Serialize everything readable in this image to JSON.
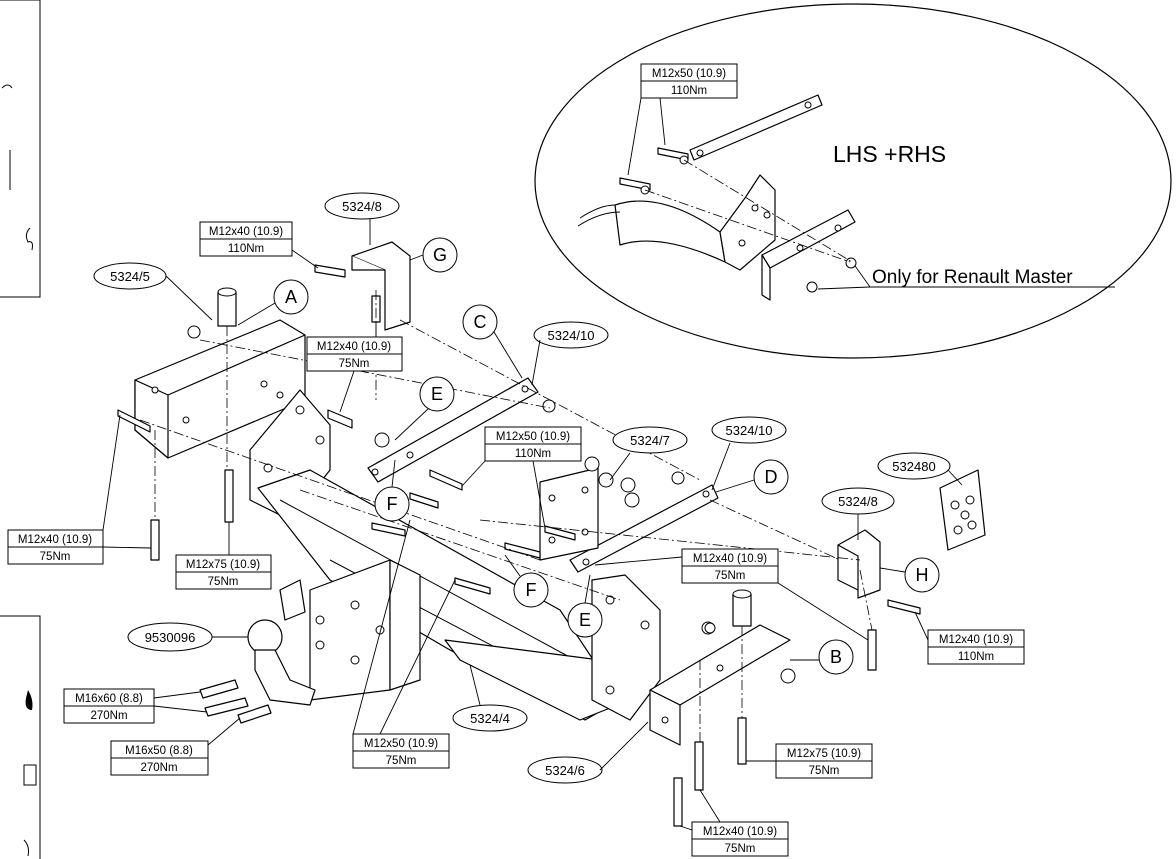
{
  "inset": {
    "title": "LHS +RHS",
    "note": "Only for Renault Master",
    "bolt": {
      "size": "M12x50 (10.9)",
      "torque": "110Nm"
    }
  },
  "part_numbers": {
    "p5324_8_top": "5324/8",
    "p5324_5": "5324/5",
    "p5324_10_top": "5324/10",
    "p5324_7": "5324/7",
    "p5324_10_right": "5324/10",
    "p532480": "532480",
    "p5324_8_right": "5324/8",
    "p9530096": "9530096",
    "p5324_4": "5324/4",
    "p5324_6": "5324/6"
  },
  "letters": {
    "A": "A",
    "B": "B",
    "C": "C",
    "D": "D",
    "E1": "E",
    "E2": "E",
    "F1": "F",
    "F2": "F",
    "G": "G",
    "H": "H"
  },
  "bolt_labels": {
    "b1": {
      "size": "M12x40 (10.9)",
      "torque": "110Nm"
    },
    "b2": {
      "size": "M12x40 (10.9)",
      "torque": "75Nm"
    },
    "b3": {
      "size": "M12x50 (10.9)",
      "torque": "110Nm"
    },
    "b4": {
      "size": "M12x40 (10.9)",
      "torque": "75Nm"
    },
    "b5": {
      "size": "M12x75 (10.9)",
      "torque": "75Nm"
    },
    "b6": {
      "size": "M12x40 (10.9)",
      "torque": "75Nm"
    },
    "b7": {
      "size": "M16x60 (8.8)",
      "torque": "270Nm"
    },
    "b8": {
      "size": "M16x50 (8.8)",
      "torque": "270Nm"
    },
    "b9": {
      "size": "M12x50 (10.9)",
      "torque": "75Nm"
    },
    "b10": {
      "size": "M12x40 (10.9)",
      "torque": "110Nm"
    },
    "b11": {
      "size": "M12x75 (10.9)",
      "torque": "75Nm"
    },
    "b12": {
      "size": "M12x40 (10.9)",
      "torque": "75Nm"
    }
  }
}
